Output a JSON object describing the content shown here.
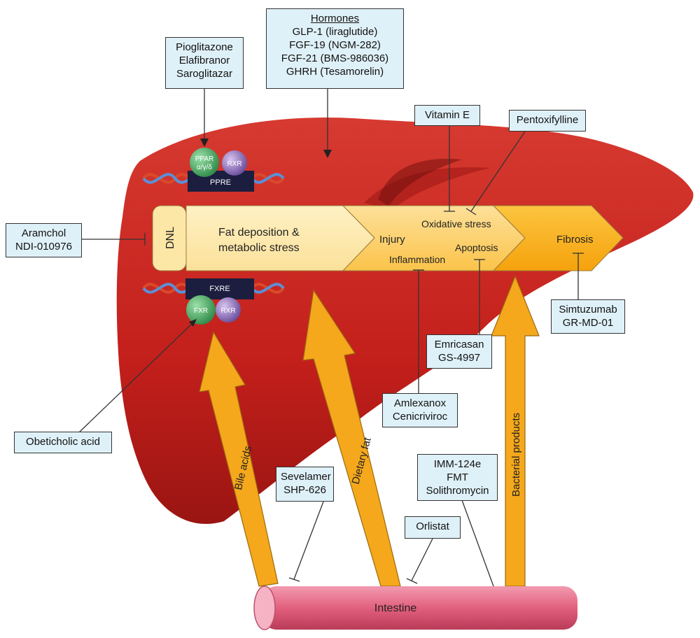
{
  "colors": {
    "liver": "#c9221e",
    "liver_dark": "#8e1411",
    "stage1": "#fde7a6",
    "stage2": "#fccd5a",
    "stage3": "#f9b21a",
    "arrow": "#f5a81c",
    "intestine": "#e8708a",
    "drug_box": "#dff1f8",
    "ppar_ball": "#3faa5c",
    "rxr_ball": "#8d6bb8",
    "dna_box": "#1b1e3f"
  },
  "hormones": {
    "title": "Hormones",
    "items": [
      "GLP-1 (liraglutide)",
      "FGF-19 (NGM-282)",
      "FGF-21 (BMS-986036)",
      "GHRH (Tesamorelin)"
    ]
  },
  "ppar_drugs": [
    "Pioglitazone",
    "Elafibranor",
    "Saroglitazar"
  ],
  "vitamin_e": "Vitamin E",
  "pentoxifylline": "Pentoxifylline",
  "dnl_drugs": [
    "Aramchol",
    "NDI-010976"
  ],
  "fibrosis_drugs": [
    "Simtuzumab",
    "GR-MD-01"
  ],
  "apoptosis_drugs": [
    "Emricasan",
    "GS-4997"
  ],
  "inflammation_drugs": [
    "Amlexanox",
    "Cenicriviroc"
  ],
  "fxr_drug": "Obeticholic acid",
  "bile_drugs": [
    "Sevelamer",
    "SHP-626"
  ],
  "microbiome_drugs": [
    "IMM-124e",
    "FMT",
    "Solithromycin"
  ],
  "fat_drug": "Orlistat",
  "receptors": {
    "ppar": [
      "PPAR",
      "α/γ/δ"
    ],
    "rxr": "RXR",
    "ppre": "PPRE",
    "fxre": "FXRE",
    "fxr": "FXR",
    "rxr2": "RXR"
  },
  "pathway": {
    "dnl": "DNL",
    "fat": [
      "Fat deposition &",
      "metabolic stress"
    ],
    "injury": "Injury",
    "oxidative": "Oxidative stress",
    "apoptosis": "Apoptosis",
    "inflammation": "Inflammation",
    "fibrosis": "Fibrosis"
  },
  "arrows": {
    "bile": "Bile acids",
    "fat": "Dietary fat",
    "bacterial": "Bacterial products"
  },
  "intestine": "Intestine"
}
